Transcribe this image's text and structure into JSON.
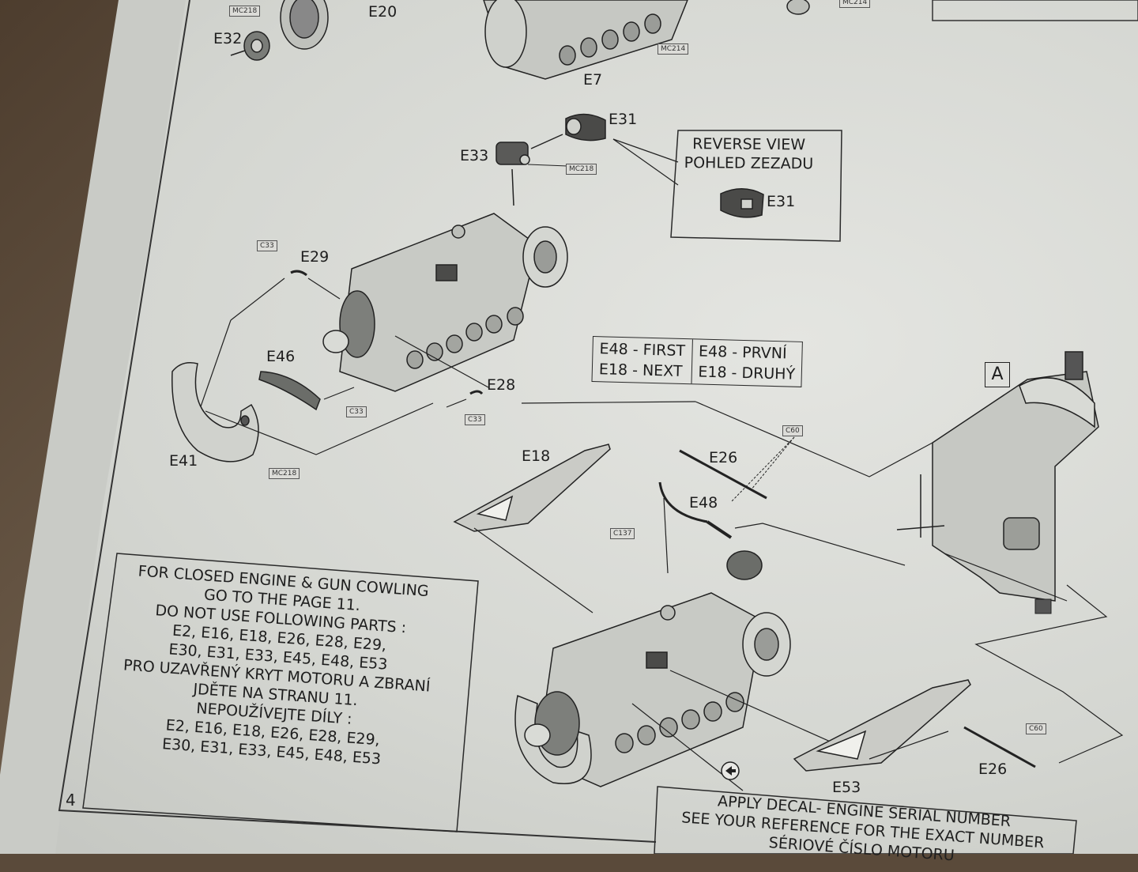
{
  "page": {
    "number": "4"
  },
  "part_labels": {
    "e20": "E20",
    "e32": "E32",
    "e7": "E7",
    "e31": "E31",
    "e33": "E33",
    "e29": "E29",
    "e46": "E46",
    "e28": "E28",
    "e41": "E41",
    "e18": "E18",
    "e26_top": "E26",
    "e48": "E48",
    "e53": "E53",
    "e26_bottom": "E26",
    "e31_reverse": "E31"
  },
  "color_codes": {
    "mc218_top": "MC218",
    "mc214_top": "MC214",
    "mc214": "MC214",
    "mc218_e33": "MC218",
    "c33_e29": "C33",
    "c33_e46": "C33",
    "c33_e28": "C33",
    "mc218_e41": "MC218",
    "c60_top": "C60",
    "c137": "C137",
    "c60_bottom": "C60"
  },
  "reverse_view": {
    "line1": "REVERSE VIEW",
    "line2": "POHLED ZEZADU"
  },
  "sequence": {
    "en": [
      "E48 - FIRST",
      "E18 - NEXT"
    ],
    "cz": [
      "E48 - PRVNÍ",
      "E18 - DRUHÝ"
    ]
  },
  "callout": "A",
  "closed_engine_note": [
    "FOR CLOSED ENGINE & GUN COWLING",
    "GO TO THE PAGE 11.",
    "DO NOT USE FOLLOWING PARTS :",
    "E2, E16, E18, E26, E28, E29,",
    "E30, E31, E33, E45, E48, E53",
    "PRO UZAVŘENÝ KRYT MOTORU A ZBRANÍ",
    "JDĚTE NA STRANU 11.",
    "NEPOUŽÍVEJTE DÍLY :",
    "E2, E16, E18, E26, E28, E29,",
    "E30, E31, E33, E45, E48, E53"
  ],
  "decal_note": [
    "APPLY DECAL- ENGINE SERIAL NUMBER",
    "SEE YOUR REFERENCE FOR THE EXACT NUMBER",
    "SÉRIOVÉ ČÍSLO MOTORU"
  ]
}
